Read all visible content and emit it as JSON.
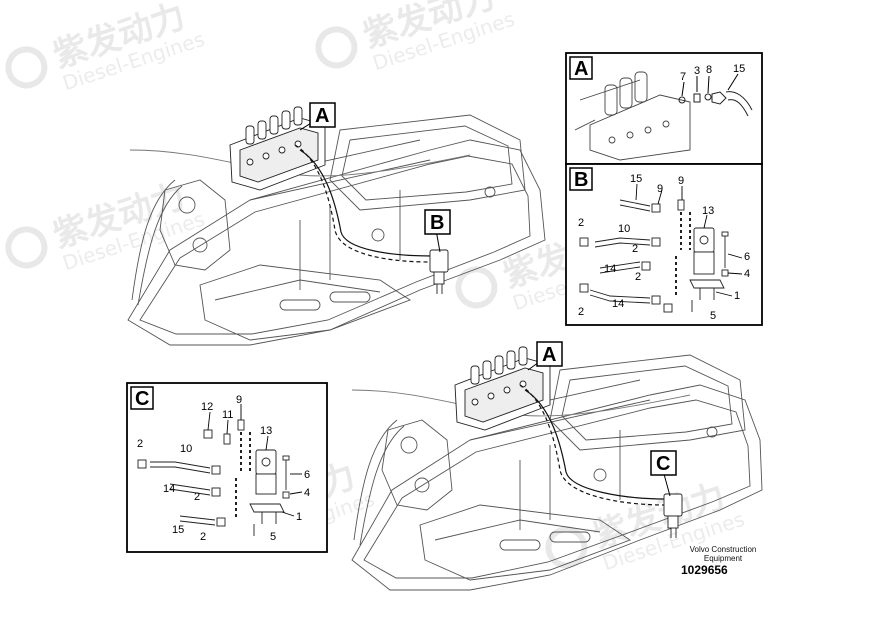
{
  "watermark": {
    "brand_cn": "紫发动力",
    "brand_en": "Diesel-Engines"
  },
  "callouts": {
    "a": "A",
    "b": "B",
    "c": "C"
  },
  "detail_a": {
    "label": "A",
    "part_numbers": [
      "7",
      "3",
      "8",
      "15"
    ]
  },
  "detail_b": {
    "label": "B",
    "part_numbers": [
      "15",
      "9",
      "9",
      "13",
      "2",
      "10",
      "6",
      "2",
      "4",
      "14",
      "1",
      "2",
      "14",
      "2",
      "5"
    ]
  },
  "detail_c": {
    "label": "C",
    "part_numbers": [
      "9",
      "12",
      "11",
      "13",
      "2",
      "10",
      "6",
      "14",
      "2",
      "4",
      "1",
      "15",
      "2",
      "5"
    ]
  },
  "caption": {
    "line1": "Volvo Construction",
    "line2": "Equipment",
    "drawing_number": "1029656"
  }
}
